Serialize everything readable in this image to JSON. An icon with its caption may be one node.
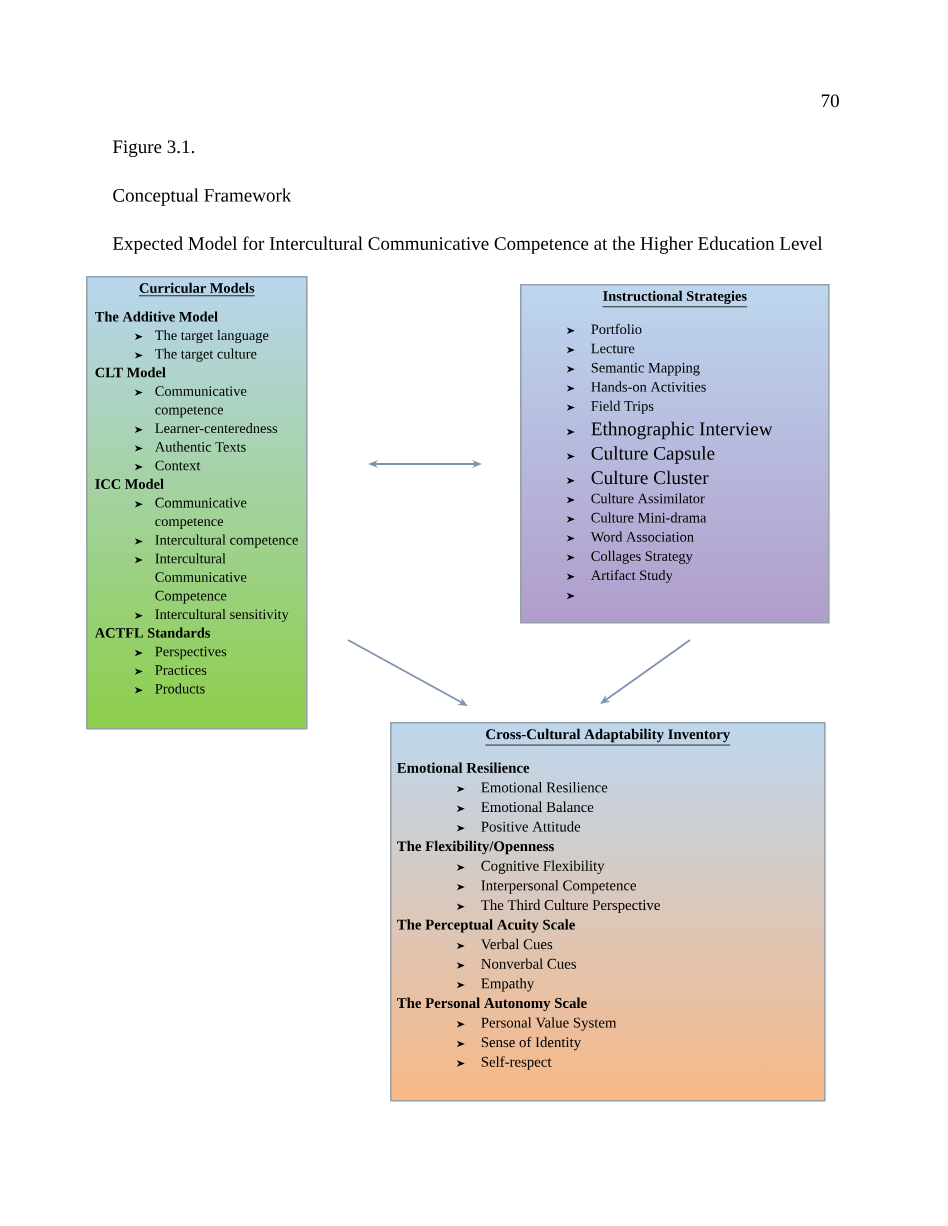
{
  "diagram": {
    "title": "Expected Model for Intercultural Communicative Competence at the Higher Education Level",
    "nodes": [
      {
        "text": [
          "Curricular Models",
          "The Additive Model",
          "The target language",
          "The target culture",
          "CLT Model",
          "Communicative competence",
          "Learner-centeredness",
          "Authentic Texts",
          "Context",
          "ICC Model",
          "Communicative competence",
          "Intercultural competence",
          "Intercultural Communicative Competence",
          "Intercultural sensitivity",
          "ACTFL Standards",
          "Perspectives",
          "Practices",
          "Products"
        ]
      },
      {
        "text": [
          "Instructional Strategies",
          "Portfolio",
          "Lecture",
          "Semantic Mapping",
          "Hands-on Activities",
          "Field Trips",
          "Ethnographic Interview",
          "Culture Capsule",
          "Culture Cluster",
          "Culture Assimilator",
          "Culture Mini-drama",
          "Word Association",
          "Collages Strategy",
          "Artifact Study"
        ]
      },
      {
        "text": [
          "Cross-Cultural Adaptability Inventory",
          "Emotional Resilience",
          "Emotional Resilience",
          "Emotional Balance",
          "Positive Attitude",
          "The Flexibility/Openness",
          "Cognitive Flexibility",
          "Interpersonal Competence",
          "The Third Culture Perspective",
          "The Perceptual Acuity Scale",
          "Verbal Cues",
          "Nonverbal Cues",
          "Empathy",
          "The Personal Autonomy Scale",
          "Personal Value System",
          "Sense of Identity",
          "Self-respect"
        ]
      }
    ],
    "edges": [
      {
        "from": 0,
        "to": 1,
        "arrow": "both"
      },
      {
        "from": 0,
        "to": 2,
        "arrow": "to"
      },
      {
        "from": 1,
        "to": 2,
        "arrow": "to"
      }
    ],
    "labels": [
      "70",
      "Figure 3.1.",
      "Conceptual Framework"
    ]
  }
}
